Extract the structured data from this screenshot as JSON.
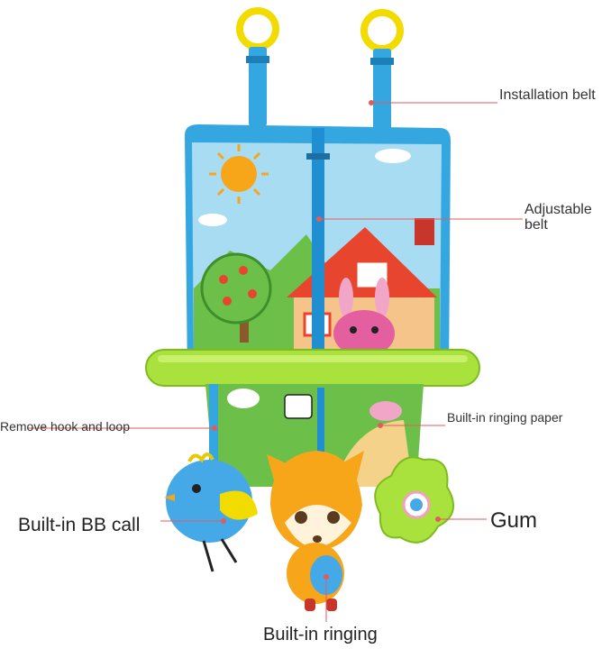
{
  "labels": {
    "installation_belt": "Installation belt",
    "adjustable_belt": "Adjustable belt",
    "remove_hook_and_loop": "Remove hook and loop",
    "built_in_ringing_paper": "Built-in ringing paper",
    "built_in_bb_call": "Built-in BB call",
    "gum": "Gum",
    "built_in_ringing": "Built-in ringing"
  },
  "colors": {
    "ring": "#f2dc00",
    "strap": "#35a7e0",
    "sky": "#a8dcf2",
    "roof": "#e8452e",
    "grass": "#6cc04a",
    "bar": "#a9e23c",
    "pointer_line": "#e35b5b"
  }
}
